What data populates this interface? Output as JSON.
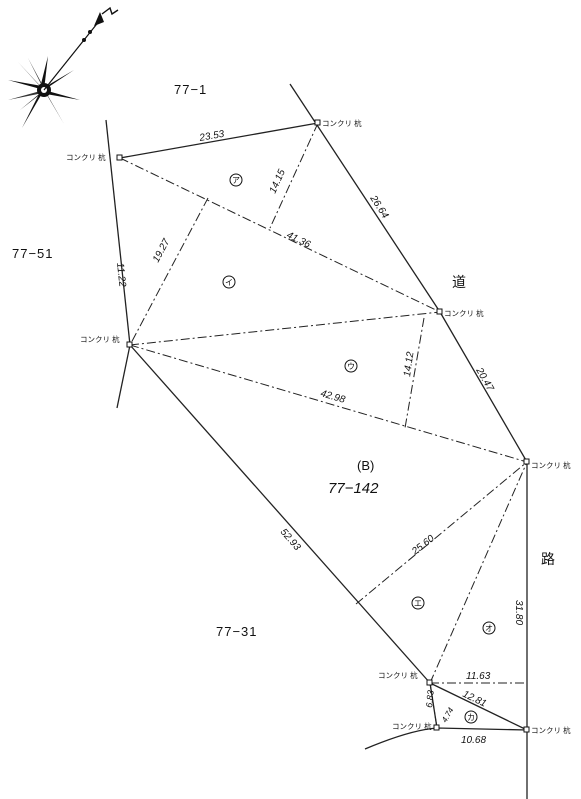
{
  "survey": {
    "north_icon": "compass-rose-icon",
    "stake_label": "コンクリ 杭",
    "stake_label_short": "コンクリ 杭",
    "neighbors": {
      "north": "77−1",
      "west": "77−51",
      "southwest": "77−31"
    },
    "road": [
      "道",
      "路"
    ],
    "center_label_1": "(B)",
    "center_label_2": "77−142",
    "sections": [
      "ア",
      "イ",
      "ウ",
      "エ",
      "オ",
      "カ"
    ],
    "measurements": {
      "top_edge": "23.53",
      "diag_a": "14.15",
      "diag_main": "41.36",
      "right_top": "26.64",
      "left_edge": "11.22",
      "height_i": "19.27",
      "height_u": "14.12",
      "right_mid": "20.47",
      "middle_diag": "42.98",
      "left_long": "52.93",
      "height_e": "25.60",
      "right_edge": "31.80",
      "bottom_h": "11.63",
      "bottom_diag": "12.81",
      "small_v": "6.83",
      "small_diag": "4.74",
      "bottom_base": "10.68"
    }
  }
}
